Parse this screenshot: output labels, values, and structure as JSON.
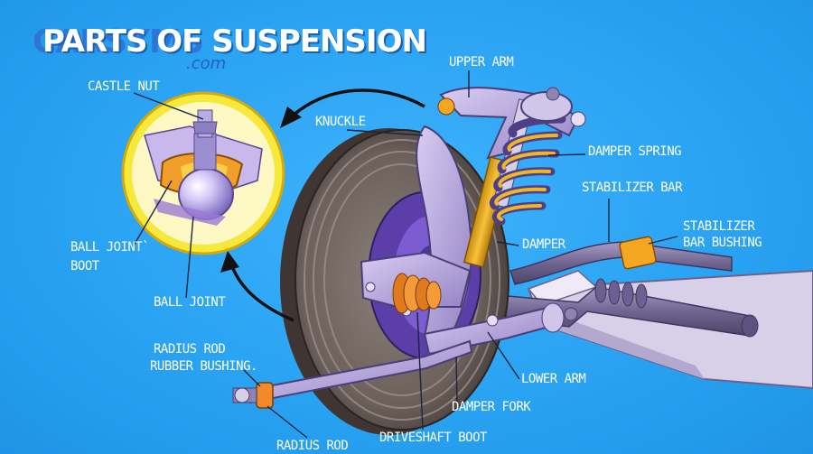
{
  "title": "PARTS OF SUSPENSION",
  "watermark": {
    "brand": "CARSYMS",
    "tld": ".com"
  },
  "labels": {
    "castle_nut": "CASTLE NUT",
    "knuckle": "KNUCKLE",
    "upper_arm": "UPPER ARM",
    "damper_spring": "DAMPER SPRING",
    "stabilizer_bar": "STABILIZER BAR",
    "stabilizer_bar_bushing_1": "STABILIZER",
    "stabilizer_bar_bushing_2": "BAR BUSHING",
    "damper": "DAMPER",
    "ball_joint_boot_1": "BALL JOINT`",
    "ball_joint_boot_2": "BOOT",
    "ball_joint": "BALL JOINT",
    "radius_rod_bushing_1": "RADIUS ROD",
    "radius_rod_bushing_2": "RUBBER BUSHING.",
    "lower_arm": "LOWER ARM",
    "damper_fork": "DAMPER FORK",
    "driveshaft_boot": "DRIVESHAFT BOOT",
    "radius_rod": "RADIUS ROD"
  },
  "colors": {
    "background": "#2aa3f3",
    "spring": "#f0b62a",
    "arm": "#b7a7df",
    "tire": "#6f645f",
    "boot": "#f08a2a",
    "magnifier_rim": "#f7e93b"
  }
}
